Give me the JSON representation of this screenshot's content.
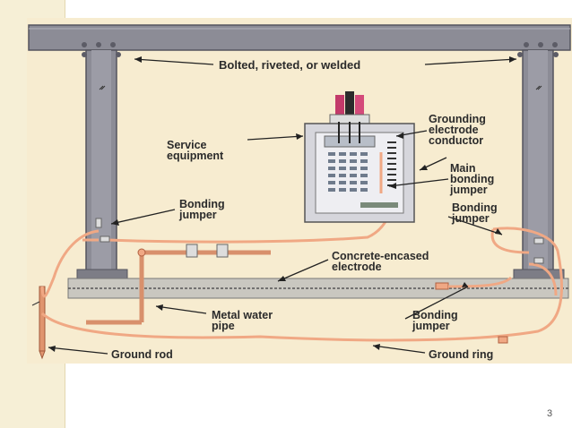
{
  "labels": {
    "beam": "Bolted, riveted, or welded",
    "service_equipment": "Service\nequipment",
    "gec": "Grounding\nelectrode\nconductor",
    "main_bonding_jumper": "Main\nbonding\njumper",
    "bonding_jumper_left": "Bonding\njumper",
    "bonding_jumper_right": "Bonding\njumper",
    "concrete_electrode": "Concrete-encased\nelectrode",
    "metal_water_pipe": "Metal water\npipe",
    "bonding_jumper_bottom": "Bonding\njumper",
    "ground_rod": "Ground rod",
    "ground_ring": "Ground ring"
  },
  "page_number": "3",
  "colors": {
    "background": "#f7ecd0",
    "steel": "#8c8c96",
    "copper": "#f0a884",
    "concrete": "#c9c7c0"
  }
}
